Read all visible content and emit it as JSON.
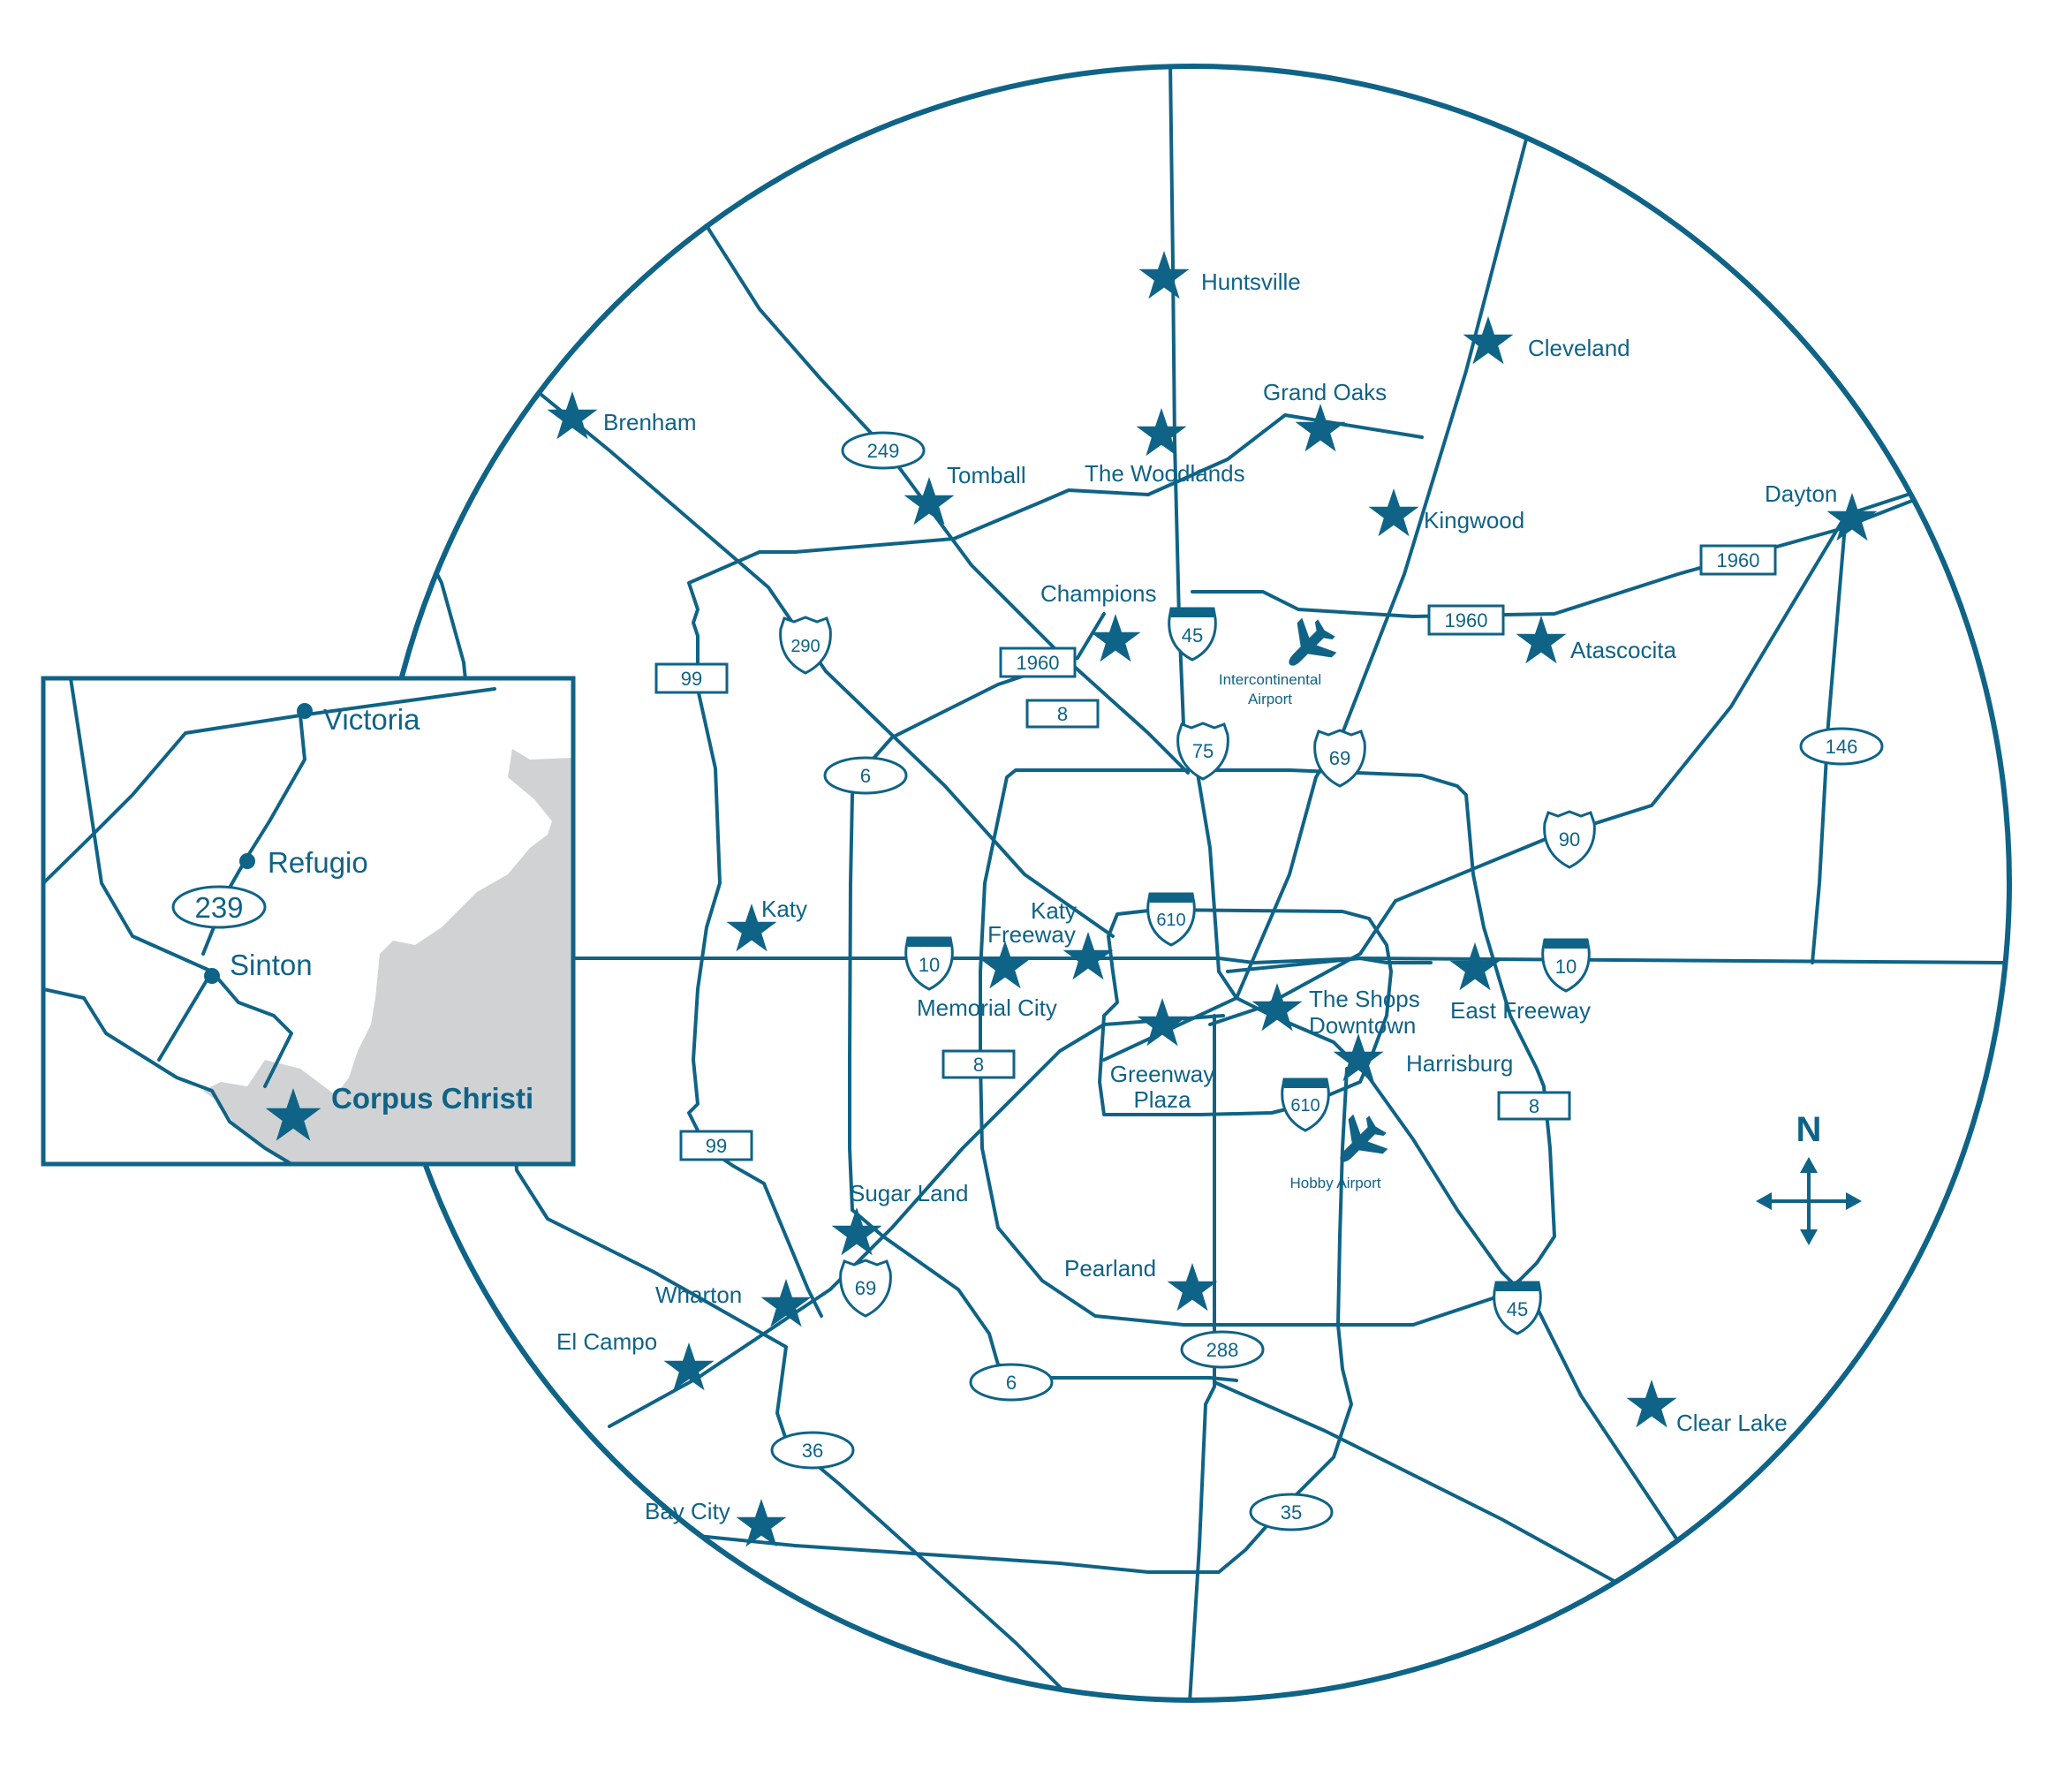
{
  "colors": {
    "primary": "#0f6386",
    "water": "#d0d2d4",
    "background": "#ffffff"
  },
  "places": {
    "huntsville": "Huntsville",
    "cleveland": "Cleveland",
    "brenham": "Brenham",
    "grand_oaks": "Grand Oaks",
    "the_woodlands": "The Woodlands",
    "tomball": "Tomball",
    "kingwood": "Kingwood",
    "dayton": "Dayton",
    "champions": "Champions",
    "atascocita": "Atascocita",
    "intercontinental_1": "Intercontinental",
    "intercontinental_2": "Airport",
    "katy": "Katy",
    "katy_freeway_1": "Katy",
    "katy_freeway_2": "Freeway",
    "memorial_city": "Memorial City",
    "the_shops_1": "The Shops",
    "the_shops_2": "Downtown",
    "east_freeway": "East Freeway",
    "greenway_1": "Greenway",
    "greenway_2": "Plaza",
    "harrisburg": "Harrisburg",
    "hobby_airport": "Hobby Airport",
    "sugar_land": "Sugar Land",
    "pearland": "Pearland",
    "wharton": "Wharton",
    "el_campo": "El Campo",
    "clear_lake": "Clear Lake",
    "bay_city": "Bay City"
  },
  "shields": {
    "r249": "249",
    "r99a": "99",
    "r99b": "99",
    "r290": "290",
    "r1960a": "1960",
    "r1960b": "1960",
    "r1960c": "1960",
    "r8a": "8",
    "r8b": "8",
    "r8c": "8",
    "r6a": "6",
    "r6b": "6",
    "i45a": "45",
    "i45b": "45",
    "r75": "75",
    "r69a": "69",
    "r69b": "69",
    "r146": "146",
    "r90": "90",
    "i610a": "610",
    "i610b": "610",
    "i10a": "10",
    "i10b": "10",
    "r288": "288",
    "r36": "36",
    "r35": "35"
  },
  "inset": {
    "victoria": "Victoria",
    "refugio": "Refugio",
    "route_239": "239",
    "sinton": "Sinton",
    "corpus_christi": "Corpus Christi"
  },
  "compass": {
    "label": "N"
  }
}
